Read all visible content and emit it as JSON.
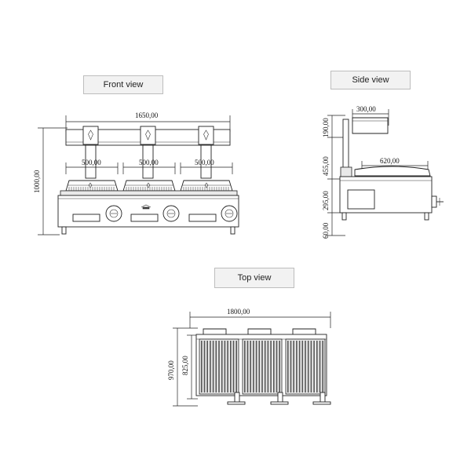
{
  "views": {
    "front": {
      "label": "Front view",
      "dims": {
        "width": "1650,00",
        "height": "1000,00",
        "section_a": "500,00",
        "section_b": "500,00",
        "section_c": "500,00"
      }
    },
    "side": {
      "label": "Side view",
      "dims": {
        "hood_depth": "300,00",
        "grill_depth": "620,00",
        "h_top": "190,00",
        "h_mid": "455,00",
        "h_base": "295,00",
        "h_legs": "60,00"
      }
    },
    "top": {
      "label": "Top view",
      "dims": {
        "width": "1800,00",
        "depth_total": "970,00",
        "depth_inner": "825,00"
      }
    }
  }
}
